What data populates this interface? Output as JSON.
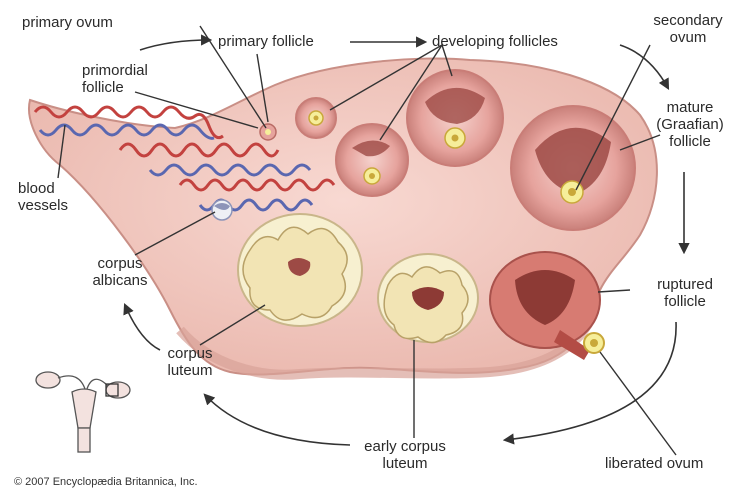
{
  "labels": {
    "primary_ovum": "primary ovum",
    "primary_follicle": "primary follicle",
    "developing_follicles": "developing follicles",
    "secondary_ovum": [
      "secondary",
      "ovum"
    ],
    "primordial_follicle": [
      "primordial",
      "follicle"
    ],
    "mature_follicle": [
      "mature",
      "(Graafian)",
      "follicle"
    ],
    "blood_vessels": [
      "blood",
      "vessels"
    ],
    "corpus_albicans": [
      "corpus",
      "albicans"
    ],
    "ruptured_follicle": [
      "ruptured",
      "follicle"
    ],
    "corpus_luteum": [
      "corpus",
      "luteum"
    ],
    "early_corpus_luteum": [
      "early corpus",
      "luteum"
    ],
    "liberated_ovum": "liberated ovum"
  },
  "copyright": "© 2007 Encyclopædia Britannica, Inc.",
  "colors": {
    "ovary_fill": "#f2cfc8",
    "follicle_fill": "#e8a9a2",
    "follicle_rim": "#c97d77",
    "ovum_fill": "#f6ee9a",
    "corpus_fill": "#f7f0d0",
    "vessel_red": "#c3423f",
    "vessel_blue": "#5a67b0",
    "leader_line": "#333333"
  }
}
